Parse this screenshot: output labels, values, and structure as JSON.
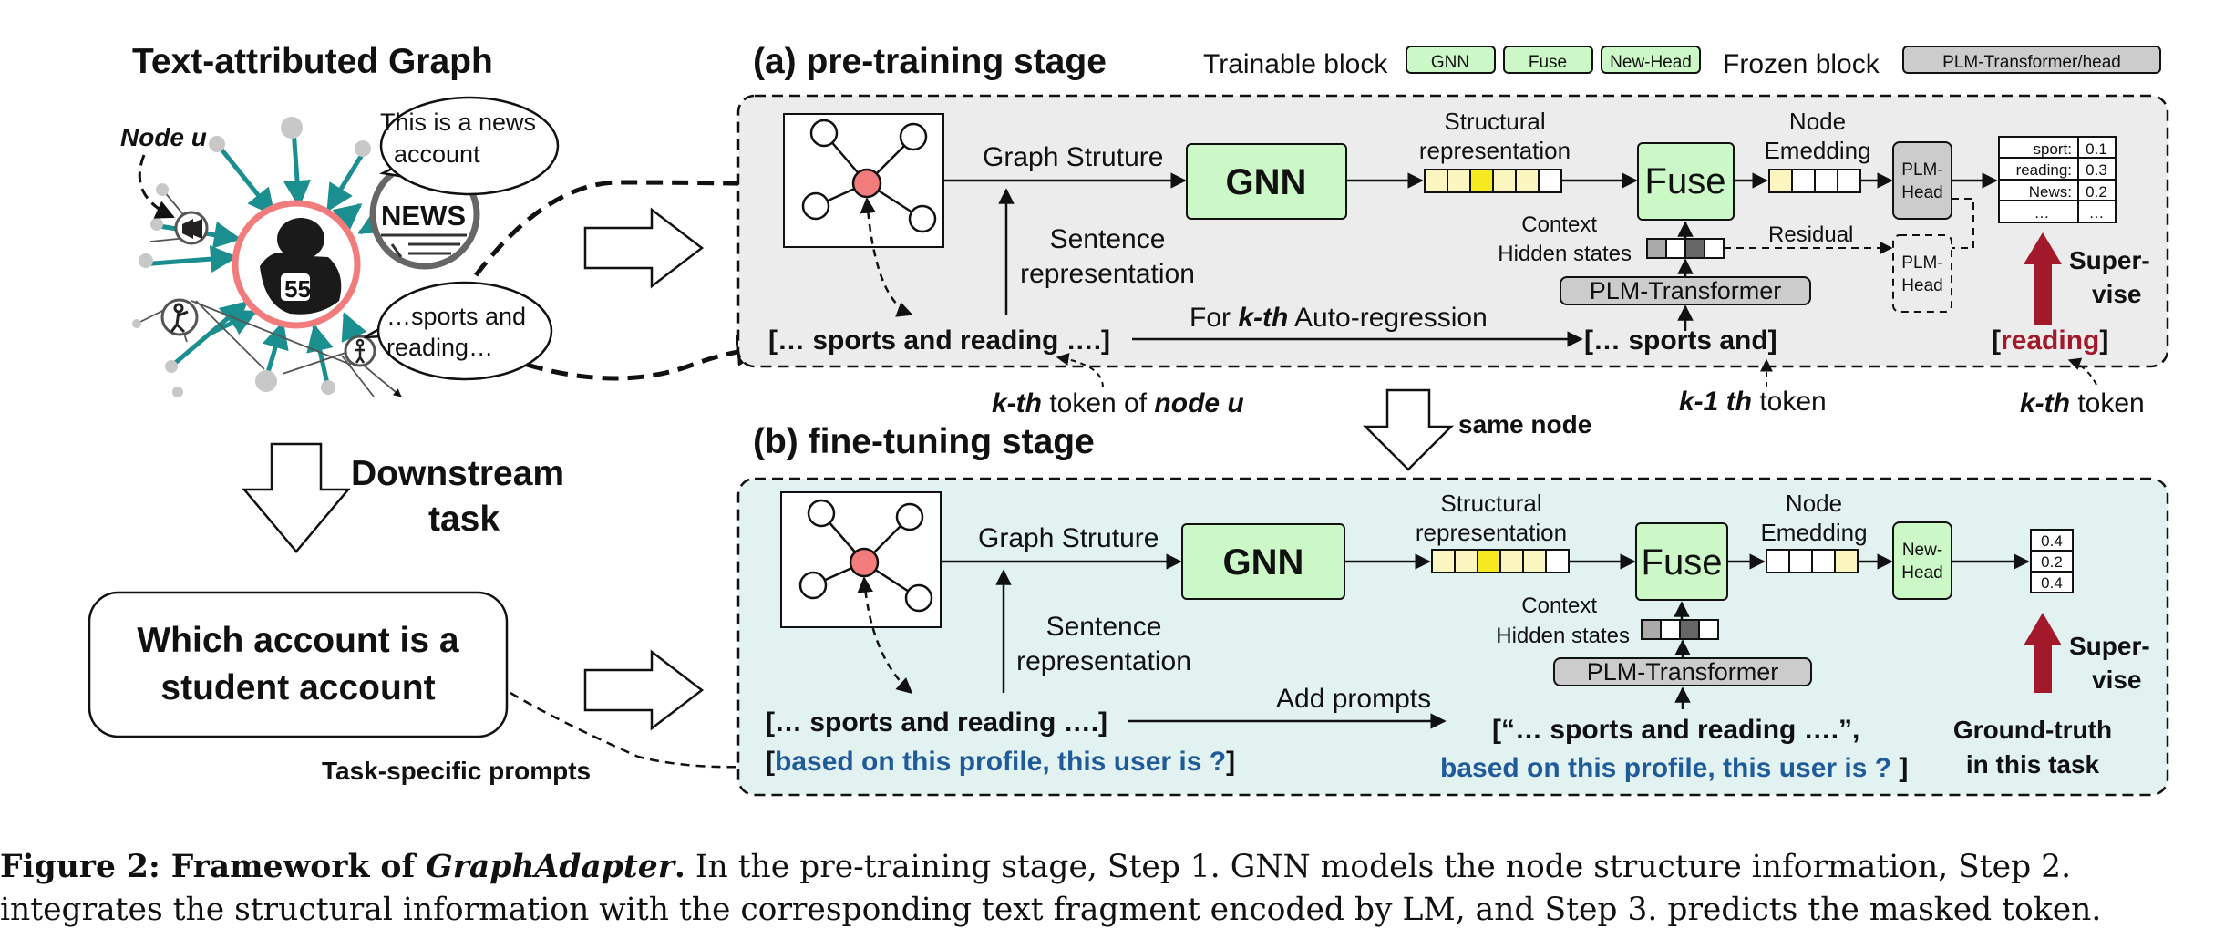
{
  "left": {
    "title": "Text-attributed Graph",
    "node_label": "Node u",
    "bubble1": [
      "This is a news",
      "account"
    ],
    "bubble2": [
      "…sports and",
      "reading…"
    ],
    "news_text": "NEWS",
    "downstream": [
      "Downstream",
      "task"
    ],
    "question": [
      "Which account is a",
      "student account"
    ],
    "prompts_label": "Task-specific prompts"
  },
  "legend": {
    "trainable": "Trainable block",
    "frozen": "Frozen block",
    "gnn": "GNN",
    "fuse": "Fuse",
    "newhead": "New-Head",
    "plm": "PLM-Transformer/head"
  },
  "pre": {
    "title": "(a) pre-training stage",
    "graph_struture": "Graph Struture",
    "gnn": "GNN",
    "structural": [
      "Structural",
      "representation"
    ],
    "fuse": "Fuse",
    "node_emb": [
      "Node",
      "Emedding"
    ],
    "plm_head": [
      "PLM-",
      "Head"
    ],
    "plm_head_frozen": [
      "PLM-",
      "Head"
    ],
    "table": [
      [
        "sport:",
        "0.1"
      ],
      [
        "reading:",
        "0.3"
      ],
      [
        "News:",
        "0.2"
      ],
      [
        "…",
        "…"
      ]
    ],
    "sentence": [
      "Sentence",
      "representation"
    ],
    "context": [
      "Context",
      "Hidden states"
    ],
    "residual": "Residual",
    "plm_transformer": "PLM-Transformer",
    "supervise": [
      "Super-",
      "vise"
    ],
    "input": "[… sports and reading ….]",
    "kth_auto": [
      "For ",
      "k-th",
      " Auto-regression"
    ],
    "partial": "[… sports and]",
    "target_open": "[",
    "target_word": "reading",
    "target_close": "]",
    "kth_token_node": [
      "k-th",
      " token of ",
      "node u"
    ],
    "k1_token": [
      "k-1 th",
      " token"
    ],
    "kth_token": [
      "k-th",
      " token"
    ]
  },
  "middle": {
    "same_node": "same node"
  },
  "ft": {
    "title": "(b) fine-tuning stage",
    "graph_struture": "Graph Struture",
    "gnn": "GNN",
    "structural": [
      "Structural",
      "representation"
    ],
    "fuse": "Fuse",
    "node_emb": [
      "Node",
      "Emedding"
    ],
    "new_head": [
      "New-",
      "Head"
    ],
    "outputs": [
      "0.4",
      "0.2",
      "0.4"
    ],
    "sentence": [
      "Sentence",
      "representation"
    ],
    "context": [
      "Context",
      "Hidden states"
    ],
    "plm_transformer": "PLM-Transformer",
    "supervise": [
      "Super-",
      "vise"
    ],
    "input": "[… sports and reading ….]",
    "add_prompts": "Add prompts",
    "prompt_open": "[",
    "prompt_text": "based on this  profile, this user is ?",
    "prompt_close": "]",
    "combined_1": "[“… sports and reading ….”,",
    "combined_2": "based on this profile, this user is ?",
    "combined_2_close": " ]",
    "ground_truth": [
      "Ground-truth",
      "in this task"
    ]
  },
  "caption": {
    "label": "Figure 2: Framework of ",
    "name": "GraphAdapter",
    "label_end": ".",
    "text": " In the pre-training stage, Step 1. GNN models the node structure information, Step 2. integrates the structural information with the corresponding text fragment encoded by LM, and Step 3. predicts the masked token."
  },
  "colors": {
    "trainable": "#ccf7c6",
    "frozen": "#cccccc",
    "node_red": "#f27c7c",
    "teal": "#1b8f8f",
    "dark_red": "#a3192c",
    "blue_text": "#1f5b99",
    "pre_bg": "#ececec",
    "ft_bg": "#e2f2f1",
    "token_yellow": "#fbf6bf",
    "token_bright": "#f5ea20"
  }
}
